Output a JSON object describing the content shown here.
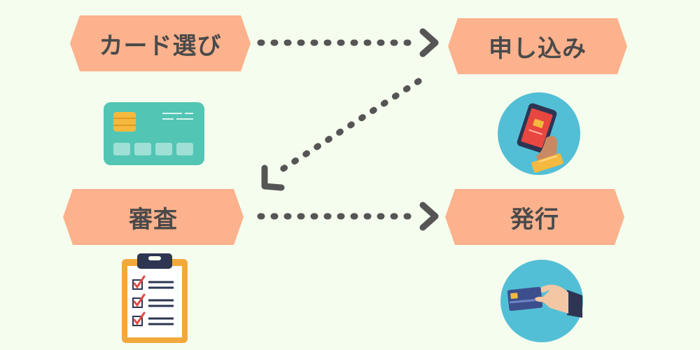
{
  "diagram": {
    "steps": [
      {
        "label": "カード選び"
      },
      {
        "label": "申し込み"
      },
      {
        "label": "審査"
      },
      {
        "label": "発行"
      }
    ],
    "icons": [
      "credit-card-icon",
      "smartphone-hand-icon",
      "clipboard-checklist-icon",
      "card-handover-icon"
    ],
    "colors": {
      "background": "#f5fdee",
      "step_fill": "#fcb28d",
      "text": "#4a4a4a",
      "arrow": "#555555",
      "card": "#52c5b4",
      "circle": "#53bfd6",
      "clipboard": "#f2a93b"
    }
  }
}
